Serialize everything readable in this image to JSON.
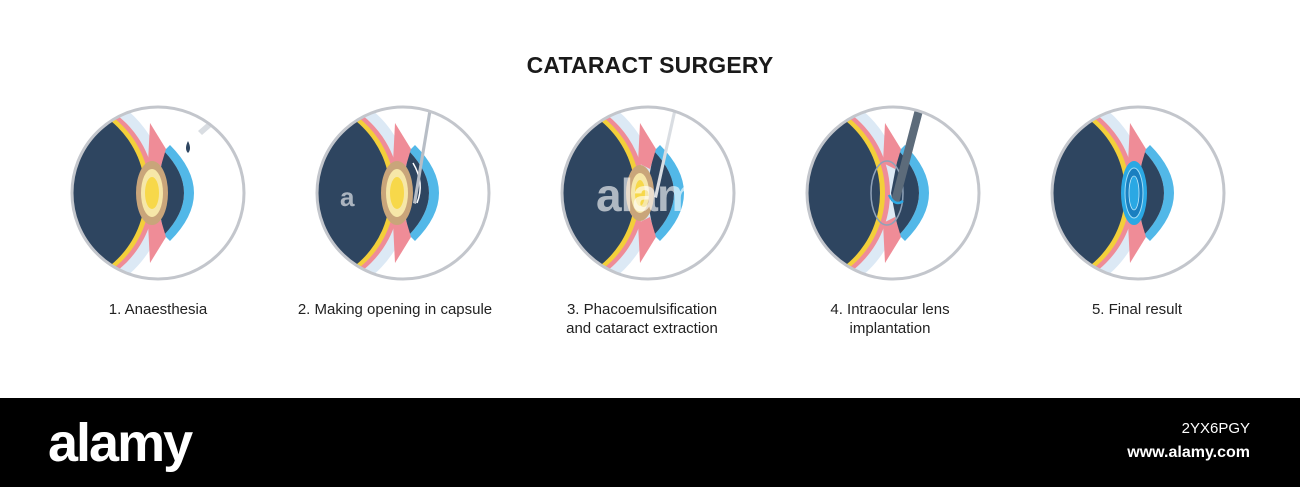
{
  "diagram": {
    "title": "CATARACT SURGERY",
    "stages": [
      {
        "lines": [
          "1. Anaesthesia"
        ]
      },
      {
        "lines": [
          "2. Making opening in capsule"
        ]
      },
      {
        "lines": [
          "3. Phacoemulsification",
          "and cataract extraction"
        ]
      },
      {
        "lines": [
          "4. Intraocular lens",
          "implantation"
        ]
      },
      {
        "lines": [
          "5. Final result"
        ]
      }
    ],
    "colors": {
      "eye_interior": "#2e4560",
      "sclera": "#dce9f5",
      "iris_pink": "#ef8c97",
      "cornea_blue": "#52b8e8",
      "lens_tan": "#c9a57a",
      "lens_core": "#f7d84a",
      "retina_yellow": "#f3cf3a",
      "circle_border": "#c3c6cc",
      "iol_blue": "#2aa8e4"
    }
  },
  "watermark": {
    "overlay_text": "alamy",
    "overlay_letter": "a",
    "logo": "alamy",
    "image_id": "2YX6PGY",
    "url": "www.alamy.com"
  }
}
